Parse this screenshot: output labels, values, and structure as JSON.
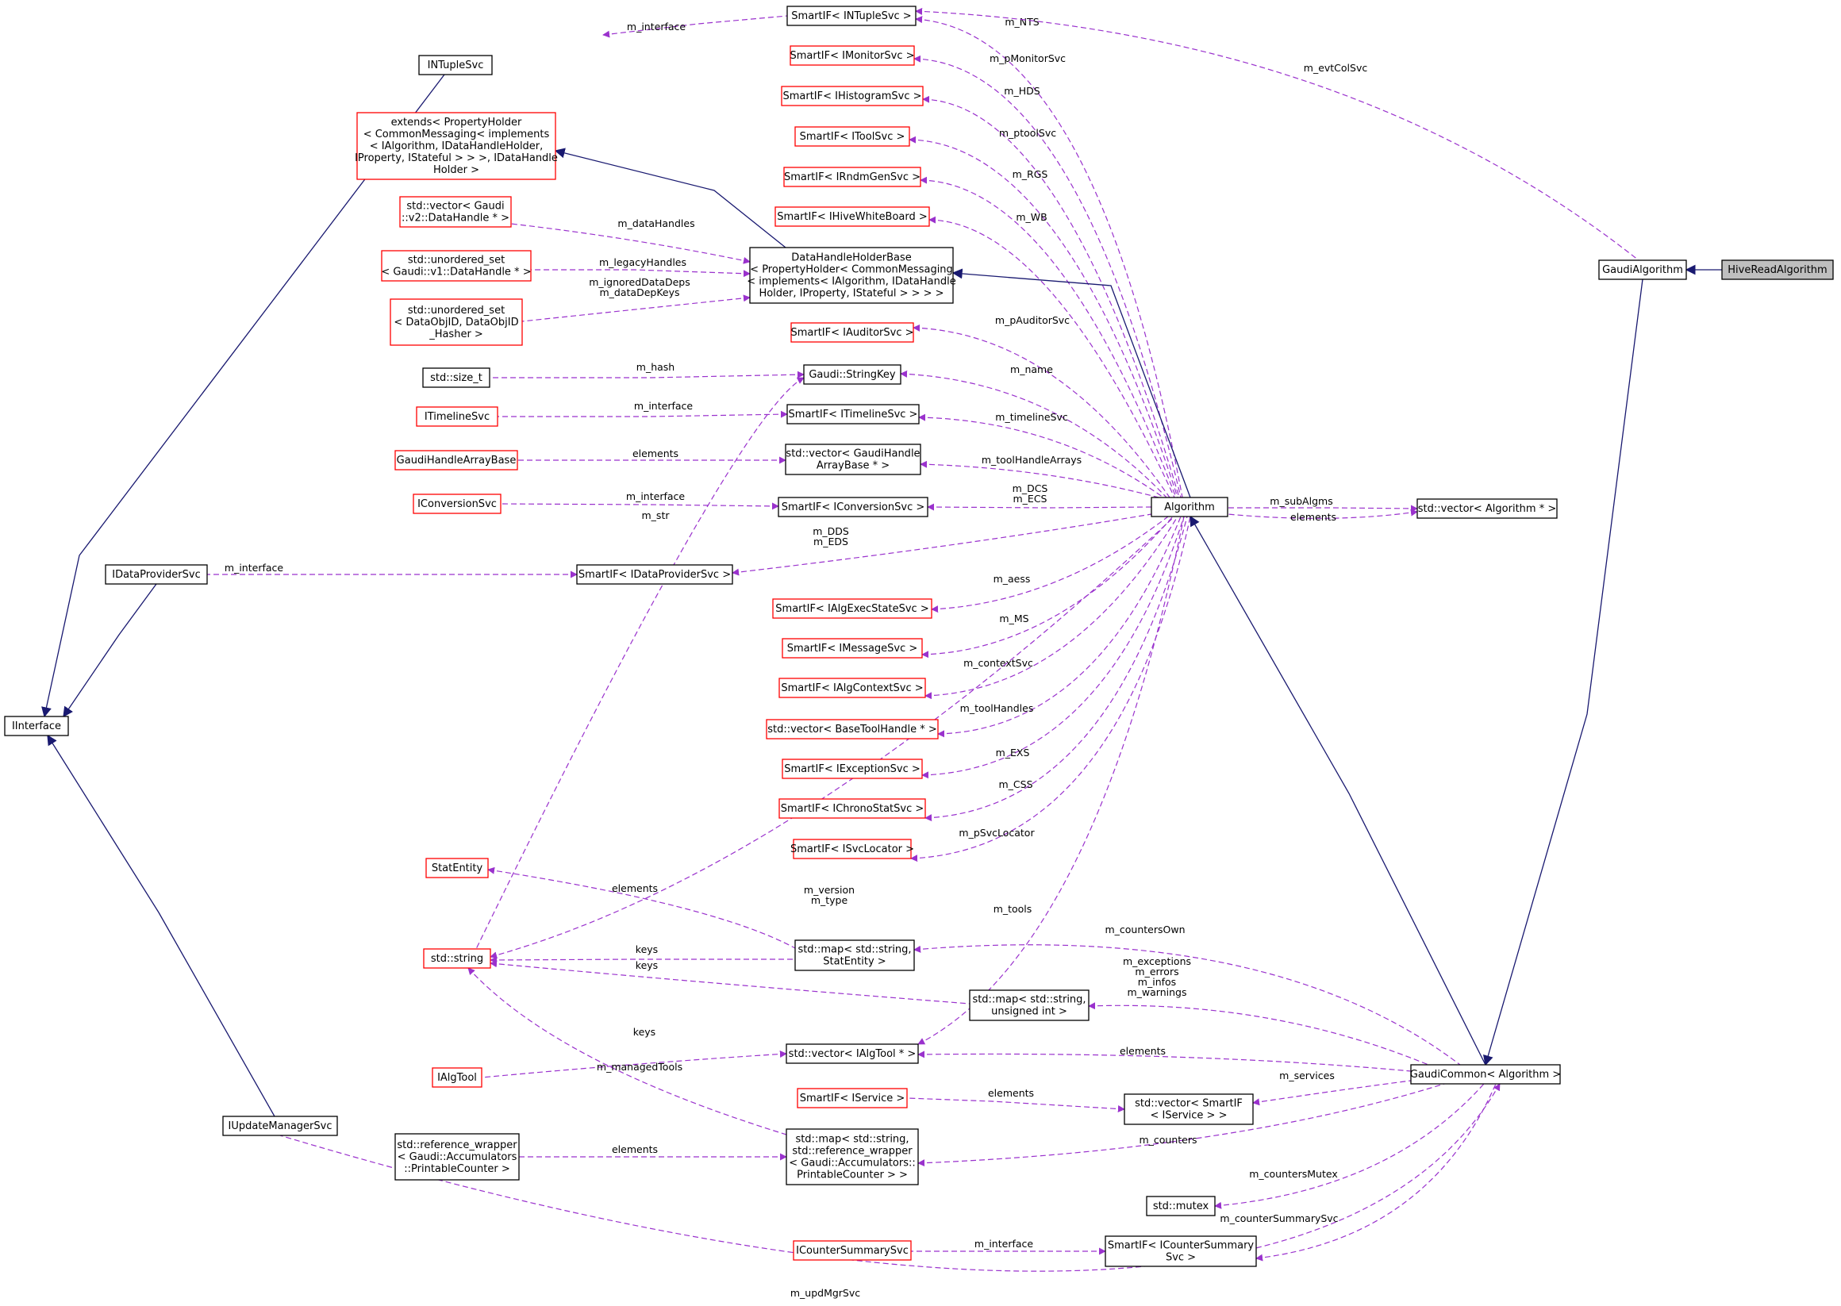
{
  "nodes": [
    {
      "id": "smartif_ntuple",
      "lines": [
        "SmartIF< INTupleSvc >"
      ],
      "style": "black"
    },
    {
      "id": "intuplesvc",
      "lines": [
        "INTupleSvc"
      ],
      "style": "black"
    },
    {
      "id": "smartif_imonitor",
      "lines": [
        "SmartIF< IMonitorSvc >"
      ],
      "style": "red"
    },
    {
      "id": "smartif_ihisto",
      "lines": [
        "SmartIF< IHistogramSvc >"
      ],
      "style": "red"
    },
    {
      "id": "smartif_itool",
      "lines": [
        "SmartIF< IToolSvc >"
      ],
      "style": "red"
    },
    {
      "id": "smartif_irndm",
      "lines": [
        "SmartIF< IRndmGenSvc >"
      ],
      "style": "red"
    },
    {
      "id": "smartif_ihive",
      "lines": [
        "SmartIF< IHiveWhiteBoard >"
      ],
      "style": "red"
    },
    {
      "id": "extends_ph",
      "lines": [
        "extends< PropertyHolder",
        "< CommonMessaging< implements",
        "< IAlgorithm, IDataHandleHolder,",
        "IProperty, IStateful > > >, IDataHandle",
        "Holder >"
      ],
      "style": "red"
    },
    {
      "id": "vec_datahandle",
      "lines": [
        "std::vector< Gaudi",
        "::v2::DataHandle * >"
      ],
      "style": "red"
    },
    {
      "id": "dhhb",
      "lines": [
        "DataHandleHolderBase",
        "< PropertyHolder< CommonMessaging",
        "< implements< IAlgorithm, IDataHandle",
        "Holder, IProperty, IStateful > > > >"
      ],
      "style": "black"
    },
    {
      "id": "uset_datahandle",
      "lines": [
        "std::unordered_set",
        "< Gaudi::v1::DataHandle * >"
      ],
      "style": "red"
    },
    {
      "id": "uset_dataobj",
      "lines": [
        "std::unordered_set",
        "< DataObjID, DataObjID",
        "_Hasher >"
      ],
      "style": "red"
    },
    {
      "id": "smartif_iauditor",
      "lines": [
        "SmartIF< IAuditorSvc >"
      ],
      "style": "red"
    },
    {
      "id": "size_t",
      "lines": [
        "std::size_t"
      ],
      "style": "black"
    },
    {
      "id": "stringkey",
      "lines": [
        "Gaudi::StringKey"
      ],
      "style": "black"
    },
    {
      "id": "itimelinesvc",
      "lines": [
        "ITimelineSvc"
      ],
      "style": "red"
    },
    {
      "id": "smartif_itimeline",
      "lines": [
        "SmartIF< ITimelineSvc >"
      ],
      "style": "black"
    },
    {
      "id": "ghab",
      "lines": [
        "GaudiHandleArrayBase"
      ],
      "style": "red"
    },
    {
      "id": "vec_ghab",
      "lines": [
        "std::vector< GaudiHandle",
        "ArrayBase * >"
      ],
      "style": "black"
    },
    {
      "id": "iconversionsvc",
      "lines": [
        "IConversionSvc"
      ],
      "style": "red"
    },
    {
      "id": "smartif_iconversion",
      "lines": [
        "SmartIF< IConversionSvc >"
      ],
      "style": "black"
    },
    {
      "id": "algorithm",
      "lines": [
        "Algorithm"
      ],
      "style": "black"
    },
    {
      "id": "vec_algorithm",
      "lines": [
        "std::vector< Algorithm * >"
      ],
      "style": "black"
    },
    {
      "id": "idataprovidersvc",
      "lines": [
        "IDataProviderSvc"
      ],
      "style": "black"
    },
    {
      "id": "smartif_idataprovider",
      "lines": [
        "SmartIF< IDataProviderSvc >"
      ],
      "style": "black"
    },
    {
      "id": "smartif_ialgexec",
      "lines": [
        "SmartIF< IAlgExecStateSvc >"
      ],
      "style": "red"
    },
    {
      "id": "smartif_imessage",
      "lines": [
        "SmartIF< IMessageSvc >"
      ],
      "style": "red"
    },
    {
      "id": "iinterface",
      "lines": [
        "IInterface"
      ],
      "style": "black"
    },
    {
      "id": "smartif_ialgcontext",
      "lines": [
        "SmartIF< IAlgContextSvc >"
      ],
      "style": "red"
    },
    {
      "id": "vec_basetoolhandle",
      "lines": [
        "std::vector< BaseToolHandle * >"
      ],
      "style": "red"
    },
    {
      "id": "smartif_iexception",
      "lines": [
        "SmartIF< IExceptionSvc >"
      ],
      "style": "red"
    },
    {
      "id": "smartif_ichrono",
      "lines": [
        "SmartIF< IChronoStatSvc >"
      ],
      "style": "red"
    },
    {
      "id": "smartif_isvclocator",
      "lines": [
        "SmartIF< ISvcLocator >"
      ],
      "style": "red"
    },
    {
      "id": "statentity",
      "lines": [
        "StatEntity"
      ],
      "style": "red"
    },
    {
      "id": "std_string",
      "lines": [
        "std::string"
      ],
      "style": "red"
    },
    {
      "id": "map_statentity",
      "lines": [
        "std::map< std::string,",
        "StatEntity >"
      ],
      "style": "black"
    },
    {
      "id": "map_uint",
      "lines": [
        "std::map< std::string,",
        "unsigned int >"
      ],
      "style": "black"
    },
    {
      "id": "ialgtool",
      "lines": [
        "IAlgTool"
      ],
      "style": "red"
    },
    {
      "id": "vec_ialgtool",
      "lines": [
        "std::vector< IAlgTool * >"
      ],
      "style": "black"
    },
    {
      "id": "gaudicommon",
      "lines": [
        "GaudiCommon< Algorithm >"
      ],
      "style": "black"
    },
    {
      "id": "smartif_iservice",
      "lines": [
        "SmartIF< IService >"
      ],
      "style": "red"
    },
    {
      "id": "vec_smartif_iservice",
      "lines": [
        "std::vector< SmartIF",
        "< IService > >"
      ],
      "style": "black"
    },
    {
      "id": "iupdatemanagersvc",
      "lines": [
        "IUpdateManagerSvc"
      ],
      "style": "black"
    },
    {
      "id": "refwrap",
      "lines": [
        "std::reference_wrapper",
        "< Gaudi::Accumulators",
        "::PrintableCounter >"
      ],
      "style": "black"
    },
    {
      "id": "map_refwrap",
      "lines": [
        "std::map< std::string,",
        "std::reference_wrapper",
        "< Gaudi::Accumulators::",
        "PrintableCounter > >"
      ],
      "style": "black"
    },
    {
      "id": "std_mutex",
      "lines": [
        "std::mutex"
      ],
      "style": "black"
    },
    {
      "id": "icountersummarysvc",
      "lines": [
        "ICounterSummarySvc"
      ],
      "style": "red"
    },
    {
      "id": "smartif_icountersummary",
      "lines": [
        "SmartIF< ICounterSummary",
        "Svc >"
      ],
      "style": "black"
    },
    {
      "id": "gaudialgorithm",
      "lines": [
        "GaudiAlgorithm"
      ],
      "style": "black"
    },
    {
      "id": "hivereadalgorithm",
      "lines": [
        "HiveReadAlgorithm"
      ],
      "style": "gray"
    }
  ],
  "edges": [
    {
      "from": "intuplesvc",
      "to": "smartif_ntuple",
      "label": [
        "m_interface"
      ],
      "kind": "usage"
    },
    {
      "from": "smartif_ntuple",
      "to": "algorithm",
      "label": [
        "m_NTS"
      ],
      "kind": "usage"
    },
    {
      "from": "smartif_ntuple",
      "to": "gaudialgorithm",
      "label": [
        "m_evtColSvc"
      ],
      "kind": "usage"
    },
    {
      "from": "smartif_imonitor",
      "to": "algorithm",
      "label": [
        "m_pMonitorSvc"
      ],
      "kind": "usage"
    },
    {
      "from": "smartif_ihisto",
      "to": "algorithm",
      "label": [
        "m_HDS"
      ],
      "kind": "usage"
    },
    {
      "from": "smartif_itool",
      "to": "algorithm",
      "label": [
        "m_ptoolSvc"
      ],
      "kind": "usage"
    },
    {
      "from": "smartif_irndm",
      "to": "algorithm",
      "label": [
        "m_RGS"
      ],
      "kind": "usage"
    },
    {
      "from": "smartif_ihive",
      "to": "algorithm",
      "label": [
        "m_WB"
      ],
      "kind": "usage"
    },
    {
      "from": "vec_datahandle",
      "to": "dhhb",
      "label": [
        "m_dataHandles"
      ],
      "kind": "usage"
    },
    {
      "from": "uset_datahandle",
      "to": "dhhb",
      "label": [
        "m_legacyHandles"
      ],
      "kind": "usage"
    },
    {
      "from": "uset_dataobj",
      "to": "dhhb",
      "label": [
        "m_ignoredDataDeps",
        "m_dataDepKeys"
      ],
      "kind": "usage"
    },
    {
      "from": "smartif_iauditor",
      "to": "algorithm",
      "label": [
        "m_pAuditorSvc"
      ],
      "kind": "usage"
    },
    {
      "from": "size_t",
      "to": "stringkey",
      "label": [
        "m_hash"
      ],
      "kind": "usage"
    },
    {
      "from": "stringkey",
      "to": "algorithm",
      "label": [
        "m_name"
      ],
      "kind": "usage"
    },
    {
      "from": "std_string",
      "to": "stringkey",
      "label": [
        "m_str"
      ],
      "kind": "usage"
    },
    {
      "from": "itimelinesvc",
      "to": "smartif_itimeline",
      "label": [
        "m_interface"
      ],
      "kind": "usage"
    },
    {
      "from": "smartif_itimeline",
      "to": "algorithm",
      "label": [
        "m_timelineSvc"
      ],
      "kind": "usage"
    },
    {
      "from": "ghab",
      "to": "vec_ghab",
      "label": [
        "elements"
      ],
      "kind": "usage"
    },
    {
      "from": "vec_ghab",
      "to": "algorithm",
      "label": [
        "m_toolHandleArrays"
      ],
      "kind": "usage"
    },
    {
      "from": "iconversionsvc",
      "to": "smartif_iconversion",
      "label": [
        "m_interface"
      ],
      "kind": "usage"
    },
    {
      "from": "smartif_iconversion",
      "to": "algorithm",
      "label": [
        "m_DCS",
        "m_ECS"
      ],
      "kind": "usage"
    },
    {
      "from": "vec_algorithm",
      "to": "algorithm",
      "label": [
        "m_subAlgms"
      ],
      "kind": "usage"
    },
    {
      "from": "algorithm",
      "to": "vec_algorithm",
      "label": [
        "elements"
      ],
      "kind": "usage"
    },
    {
      "from": "idataprovidersvc",
      "to": "smartif_idataprovider",
      "label": [
        "m_interface"
      ],
      "kind": "usage"
    },
    {
      "from": "smartif_idataprovider",
      "to": "algorithm",
      "label": [
        "m_DDS",
        "m_EDS"
      ],
      "kind": "usage"
    },
    {
      "from": "smartif_ialgexec",
      "to": "algorithm",
      "label": [
        "m_aess"
      ],
      "kind": "usage"
    },
    {
      "from": "smartif_imessage",
      "to": "algorithm",
      "label": [
        "m_MS"
      ],
      "kind": "usage"
    },
    {
      "from": "smartif_ialgcontext",
      "to": "algorithm",
      "label": [
        "m_contextSvc"
      ],
      "kind": "usage"
    },
    {
      "from": "vec_basetoolhandle",
      "to": "algorithm",
      "label": [
        "m_toolHandles"
      ],
      "kind": "usage"
    },
    {
      "from": "smartif_iexception",
      "to": "algorithm",
      "label": [
        "m_EXS"
      ],
      "kind": "usage"
    },
    {
      "from": "smartif_ichrono",
      "to": "algorithm",
      "label": [
        "m_CSS"
      ],
      "kind": "usage"
    },
    {
      "from": "smartif_isvclocator",
      "to": "algorithm",
      "label": [
        "m_pSvcLocator"
      ],
      "kind": "usage"
    },
    {
      "from": "std_string",
      "to": "algorithm",
      "label": [
        "m_version",
        "m_type"
      ],
      "kind": "usage"
    },
    {
      "from": "vec_ialgtool",
      "to": "algorithm",
      "label": [
        "m_tools"
      ],
      "kind": "usage"
    },
    {
      "from": "statentity",
      "to": "map_statentity",
      "label": [
        "elements"
      ],
      "kind": "usage"
    },
    {
      "from": "std_string",
      "to": "map_statentity",
      "label": [
        "keys"
      ],
      "kind": "usage"
    },
    {
      "from": "std_string",
      "to": "map_uint",
      "label": [
        "keys"
      ],
      "kind": "usage"
    },
    {
      "from": "std_string",
      "to": "map_refwrap",
      "label": [
        "keys"
      ],
      "kind": "usage"
    },
    {
      "from": "map_statentity",
      "to": "gaudicommon",
      "label": [
        "m_countersOwn"
      ],
      "kind": "usage"
    },
    {
      "from": "map_uint",
      "to": "gaudicommon",
      "label": [
        "m_exceptions",
        "m_errors",
        "m_infos",
        "m_warnings"
      ],
      "kind": "usage"
    },
    {
      "from": "ialgtool",
      "to": "vec_ialgtool",
      "label": [
        "elements"
      ],
      "kind": "usage"
    },
    {
      "from": "vec_ialgtool",
      "to": "gaudicommon",
      "label": [
        "m_managedTools"
      ],
      "kind": "usage"
    },
    {
      "from": "smartif_iservice",
      "to": "vec_smartif_iservice",
      "label": [
        "elements"
      ],
      "kind": "usage"
    },
    {
      "from": "vec_smartif_iservice",
      "to": "gaudicommon",
      "label": [
        "m_services"
      ],
      "kind": "usage"
    },
    {
      "from": "refwrap",
      "to": "map_refwrap",
      "label": [
        "elements"
      ],
      "kind": "usage"
    },
    {
      "from": "map_refwrap",
      "to": "gaudicommon",
      "label": [
        "m_counters"
      ],
      "kind": "usage"
    },
    {
      "from": "std_mutex",
      "to": "gaudicommon",
      "label": [
        "m_countersMutex"
      ],
      "kind": "usage"
    },
    {
      "from": "icountersummarysvc",
      "to": "smartif_icountersummary",
      "label": [
        "m_interface"
      ],
      "kind": "usage"
    },
    {
      "from": "smartif_icountersummary",
      "to": "gaudicommon",
      "label": [
        "m_counterSummarySvc"
      ],
      "kind": "usage"
    },
    {
      "from": "iupdatemanagersvc",
      "to": "gaudicommon",
      "label": [
        "m_updMgrSvc"
      ],
      "kind": "usage"
    },
    {
      "from": "iinterface",
      "to": "intuplesvc",
      "label": [],
      "kind": "inherit"
    },
    {
      "from": "iinterface",
      "to": "idataprovidersvc",
      "label": [],
      "kind": "inherit"
    },
    {
      "from": "iinterface",
      "to": "iupdatemanagersvc",
      "label": [],
      "kind": "inherit"
    },
    {
      "from": "extends_ph",
      "to": "dhhb",
      "label": [],
      "kind": "inherit"
    },
    {
      "from": "dhhb",
      "to": "algorithm",
      "label": [],
      "kind": "inherit"
    },
    {
      "from": "algorithm",
      "to": "gaudicommon",
      "label": [],
      "kind": "inherit"
    },
    {
      "from": "gaudicommon",
      "to": "gaudialgorithm",
      "label": [],
      "kind": "inherit"
    },
    {
      "from": "gaudialgorithm",
      "to": "hivereadalgorithm",
      "label": [],
      "kind": "inherit"
    }
  ]
}
